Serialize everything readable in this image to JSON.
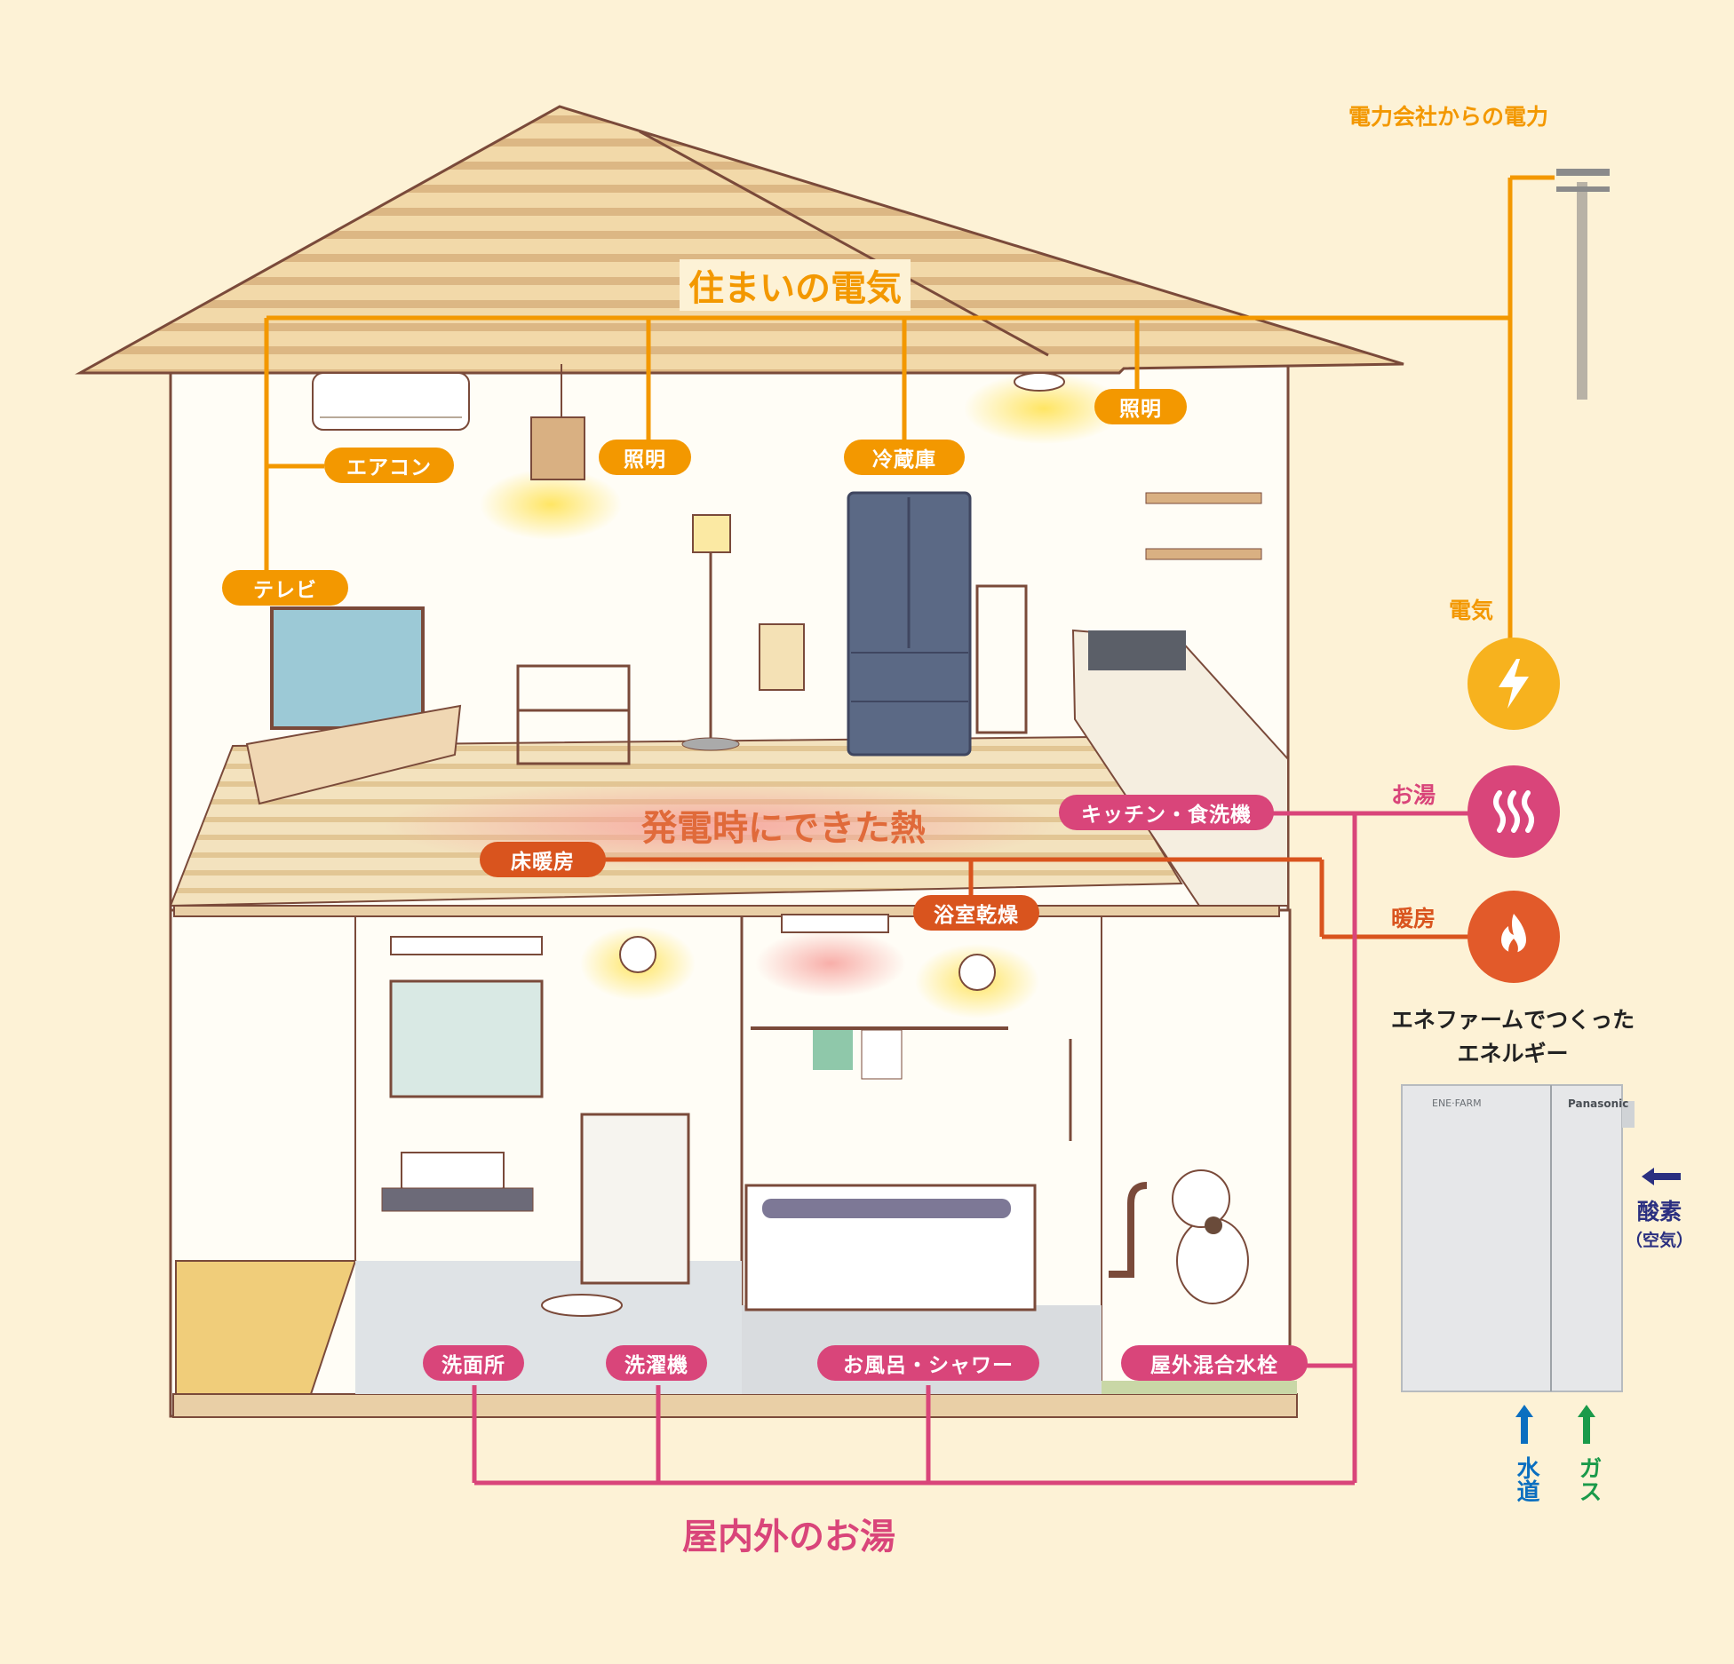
{
  "colors": {
    "electric": "#f39800",
    "heat": "#d9541e",
    "hot_water": "#d9457a",
    "background": "#fdf2d6",
    "water": "#0a6fc0",
    "gas": "#1a9a4a",
    "oxygen": "#2a2f80"
  },
  "headings": {
    "grid_power": "電力会社からの電力",
    "home_electricity": "住まいの電気",
    "heat_from_generation": "発電時にできた熱",
    "hot_water_in_out": "屋内外のお湯",
    "enefarm_energy_line1": "エネファームでつくった",
    "enefarm_energy_line2": "エネルギー"
  },
  "electric_labels": {
    "aircon": "エアコン",
    "light_1": "照明",
    "fridge": "冷蔵庫",
    "light_2": "照明",
    "tv": "テレビ"
  },
  "heat_labels": {
    "floor_heating": "床暖房",
    "bath_dryer": "浴室乾燥"
  },
  "hot_water_labels": {
    "kitchen": "キッチン・食洗機",
    "washroom": "洗面所",
    "washer": "洗濯機",
    "bath_shower": "お風呂・シャワー",
    "outdoor_faucet": "屋外混合水栓"
  },
  "outputs": [
    {
      "label": "電気",
      "icon": "lightning-icon",
      "color": "#f39800"
    },
    {
      "label": "お湯",
      "icon": "hot-water-waves-icon",
      "color": "#d9457a"
    },
    {
      "label": "暖房",
      "icon": "flame-icon",
      "color": "#d9541e"
    }
  ],
  "inputs": {
    "oxygen": "酸素",
    "oxygen_sub": "（空気）",
    "water": "水道",
    "gas": "ガス"
  },
  "unit_brand": "Panasonic",
  "unit_logo_text": "ENE·FARM"
}
